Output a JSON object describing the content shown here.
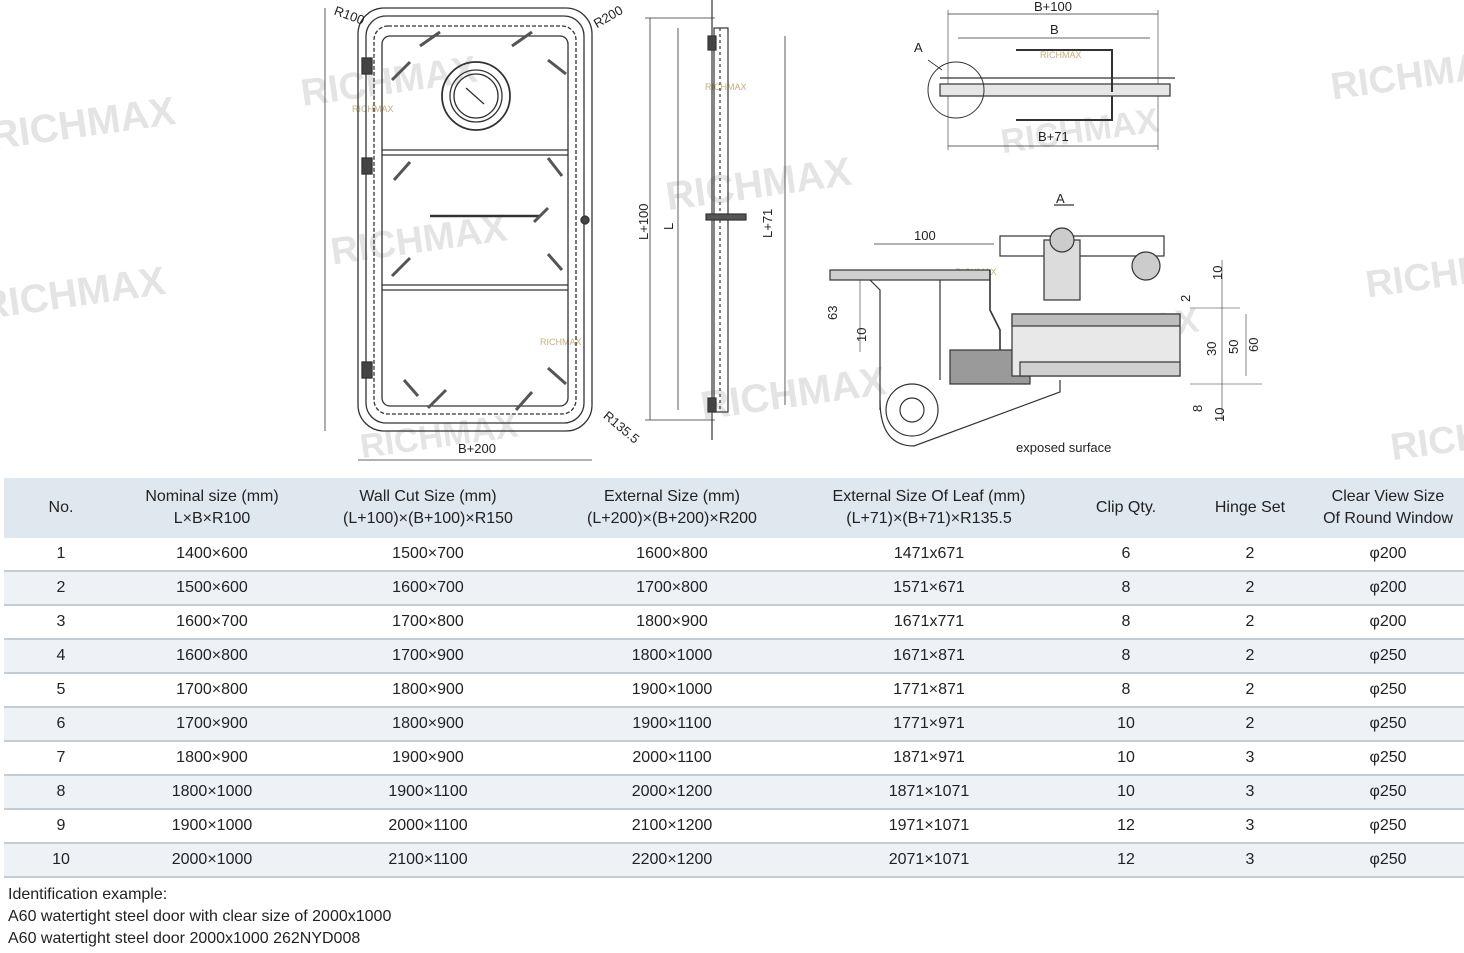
{
  "watermark": "RICHMAX",
  "drawing": {
    "front_view": {
      "r_top_left": "R100",
      "r_top_right": "R200",
      "r_bottom_right": "R135.5",
      "width_label": "B+200"
    },
    "side_view": {
      "l100": "L+100",
      "l": "L",
      "l71": "L+71"
    },
    "top_view": {
      "b100": "B+100",
      "b": "B",
      "b71": "B+71",
      "detail_ref": "A"
    },
    "detail": {
      "title": "A",
      "dim_100": "100",
      "dim_63": "63",
      "dim_10a": "10",
      "dim_10b": "10",
      "dim_2": "2",
      "dim_30": "30",
      "dim_50": "50",
      "dim_60": "60",
      "dim_8": "8",
      "dim_10c": "10",
      "caption": "exposed surface"
    }
  },
  "table": {
    "headers": [
      {
        "line1": "No.",
        "line2": ""
      },
      {
        "line1": "Nominal size (mm)",
        "line2": "L×B×R100"
      },
      {
        "line1": "Wall Cut Size (mm)",
        "line2": "(L+100)×(B+100)×R150"
      },
      {
        "line1": "External Size (mm)",
        "line2": "(L+200)×(B+200)×R200"
      },
      {
        "line1": "External Size Of Leaf (mm)",
        "line2": "(L+71)×(B+71)×R135.5"
      },
      {
        "line1": "Clip Qty.",
        "line2": ""
      },
      {
        "line1": "Hinge Set",
        "line2": ""
      },
      {
        "line1": "Clear View Size",
        "line2": "Of Round Window"
      }
    ],
    "rows": [
      [
        "1",
        "1400×600",
        "1500×700",
        "1600×800",
        "1471x671",
        "6",
        "2",
        "φ200"
      ],
      [
        "2",
        "1500×600",
        "1600×700",
        "1700×800",
        "1571×671",
        "8",
        "2",
        "φ200"
      ],
      [
        "3",
        "1600×700",
        "1700×800",
        "1800×900",
        "1671x771",
        "8",
        "2",
        "φ200"
      ],
      [
        "4",
        "1600×800",
        "1700×900",
        "1800×1000",
        "1671×871",
        "8",
        "2",
        "φ250"
      ],
      [
        "5",
        "1700×800",
        "1800×900",
        "1900×1000",
        "1771×871",
        "8",
        "2",
        "φ250"
      ],
      [
        "6",
        "1700×900",
        "1800×900",
        "1900×1100",
        "1771×971",
        "10",
        "2",
        "φ250"
      ],
      [
        "7",
        "1800×900",
        "1900×900",
        "2000×1100",
        "1871×971",
        "10",
        "3",
        "φ250"
      ],
      [
        "8",
        "1800×1000",
        "1900×1100",
        "2000×1200",
        "1871×1071",
        "10",
        "3",
        "φ250"
      ],
      [
        "9",
        "1900×1000",
        "2000×1100",
        "2100×1200",
        "1971×1071",
        "12",
        "3",
        "φ250"
      ],
      [
        "10",
        "2000×1000",
        "2100×1100",
        "2200×1200",
        "2071×1071",
        "12",
        "3",
        "φ250"
      ]
    ]
  },
  "identification": {
    "line1": "Identification example:",
    "line2": "A60 watertight steel door with clear size of 2000x1000",
    "line3": "A60 watertight steel door 2000x1000 262NYD008"
  }
}
